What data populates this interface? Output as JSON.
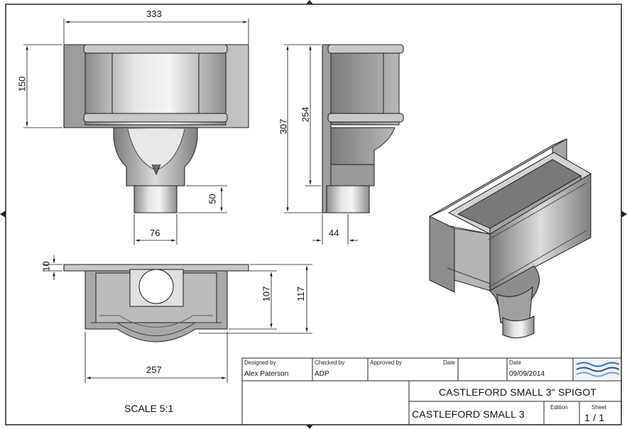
{
  "dimensions": {
    "top_width": "333",
    "top_height": "150",
    "side_total_height": "307",
    "side_body_height": "254",
    "outlet_height": "50",
    "outlet_width": "76",
    "side_outlet_width": "44",
    "flange_thickness": "10",
    "plan_inner_depth": "107",
    "plan_total_depth": "117",
    "plan_width": "257"
  },
  "scale_label": "SCALE 5:1",
  "title_block": {
    "designed_by_label": "Designed by",
    "designed_by": "Alex Paterson",
    "checked_by_label": "Checked by",
    "checked_by": "ADP",
    "approved_by_label": "Approved by",
    "date_label_1": "Date",
    "date_label_2": "Date",
    "date": "09/09/2014",
    "title": "CASTLEFORD SMALL 3\" SPIGOT",
    "part": "CASTLEFORD SMALL 3",
    "edition_label": "Edition",
    "sheet_label": "Sheet",
    "sheet": "1 / 1"
  },
  "colors": {
    "metal_light": "#d9d9d9",
    "metal_mid": "#a8a8a8",
    "metal_dark": "#6e6e6e",
    "line": "#1a1a1a",
    "logo_blue": "#3a6fb0"
  }
}
